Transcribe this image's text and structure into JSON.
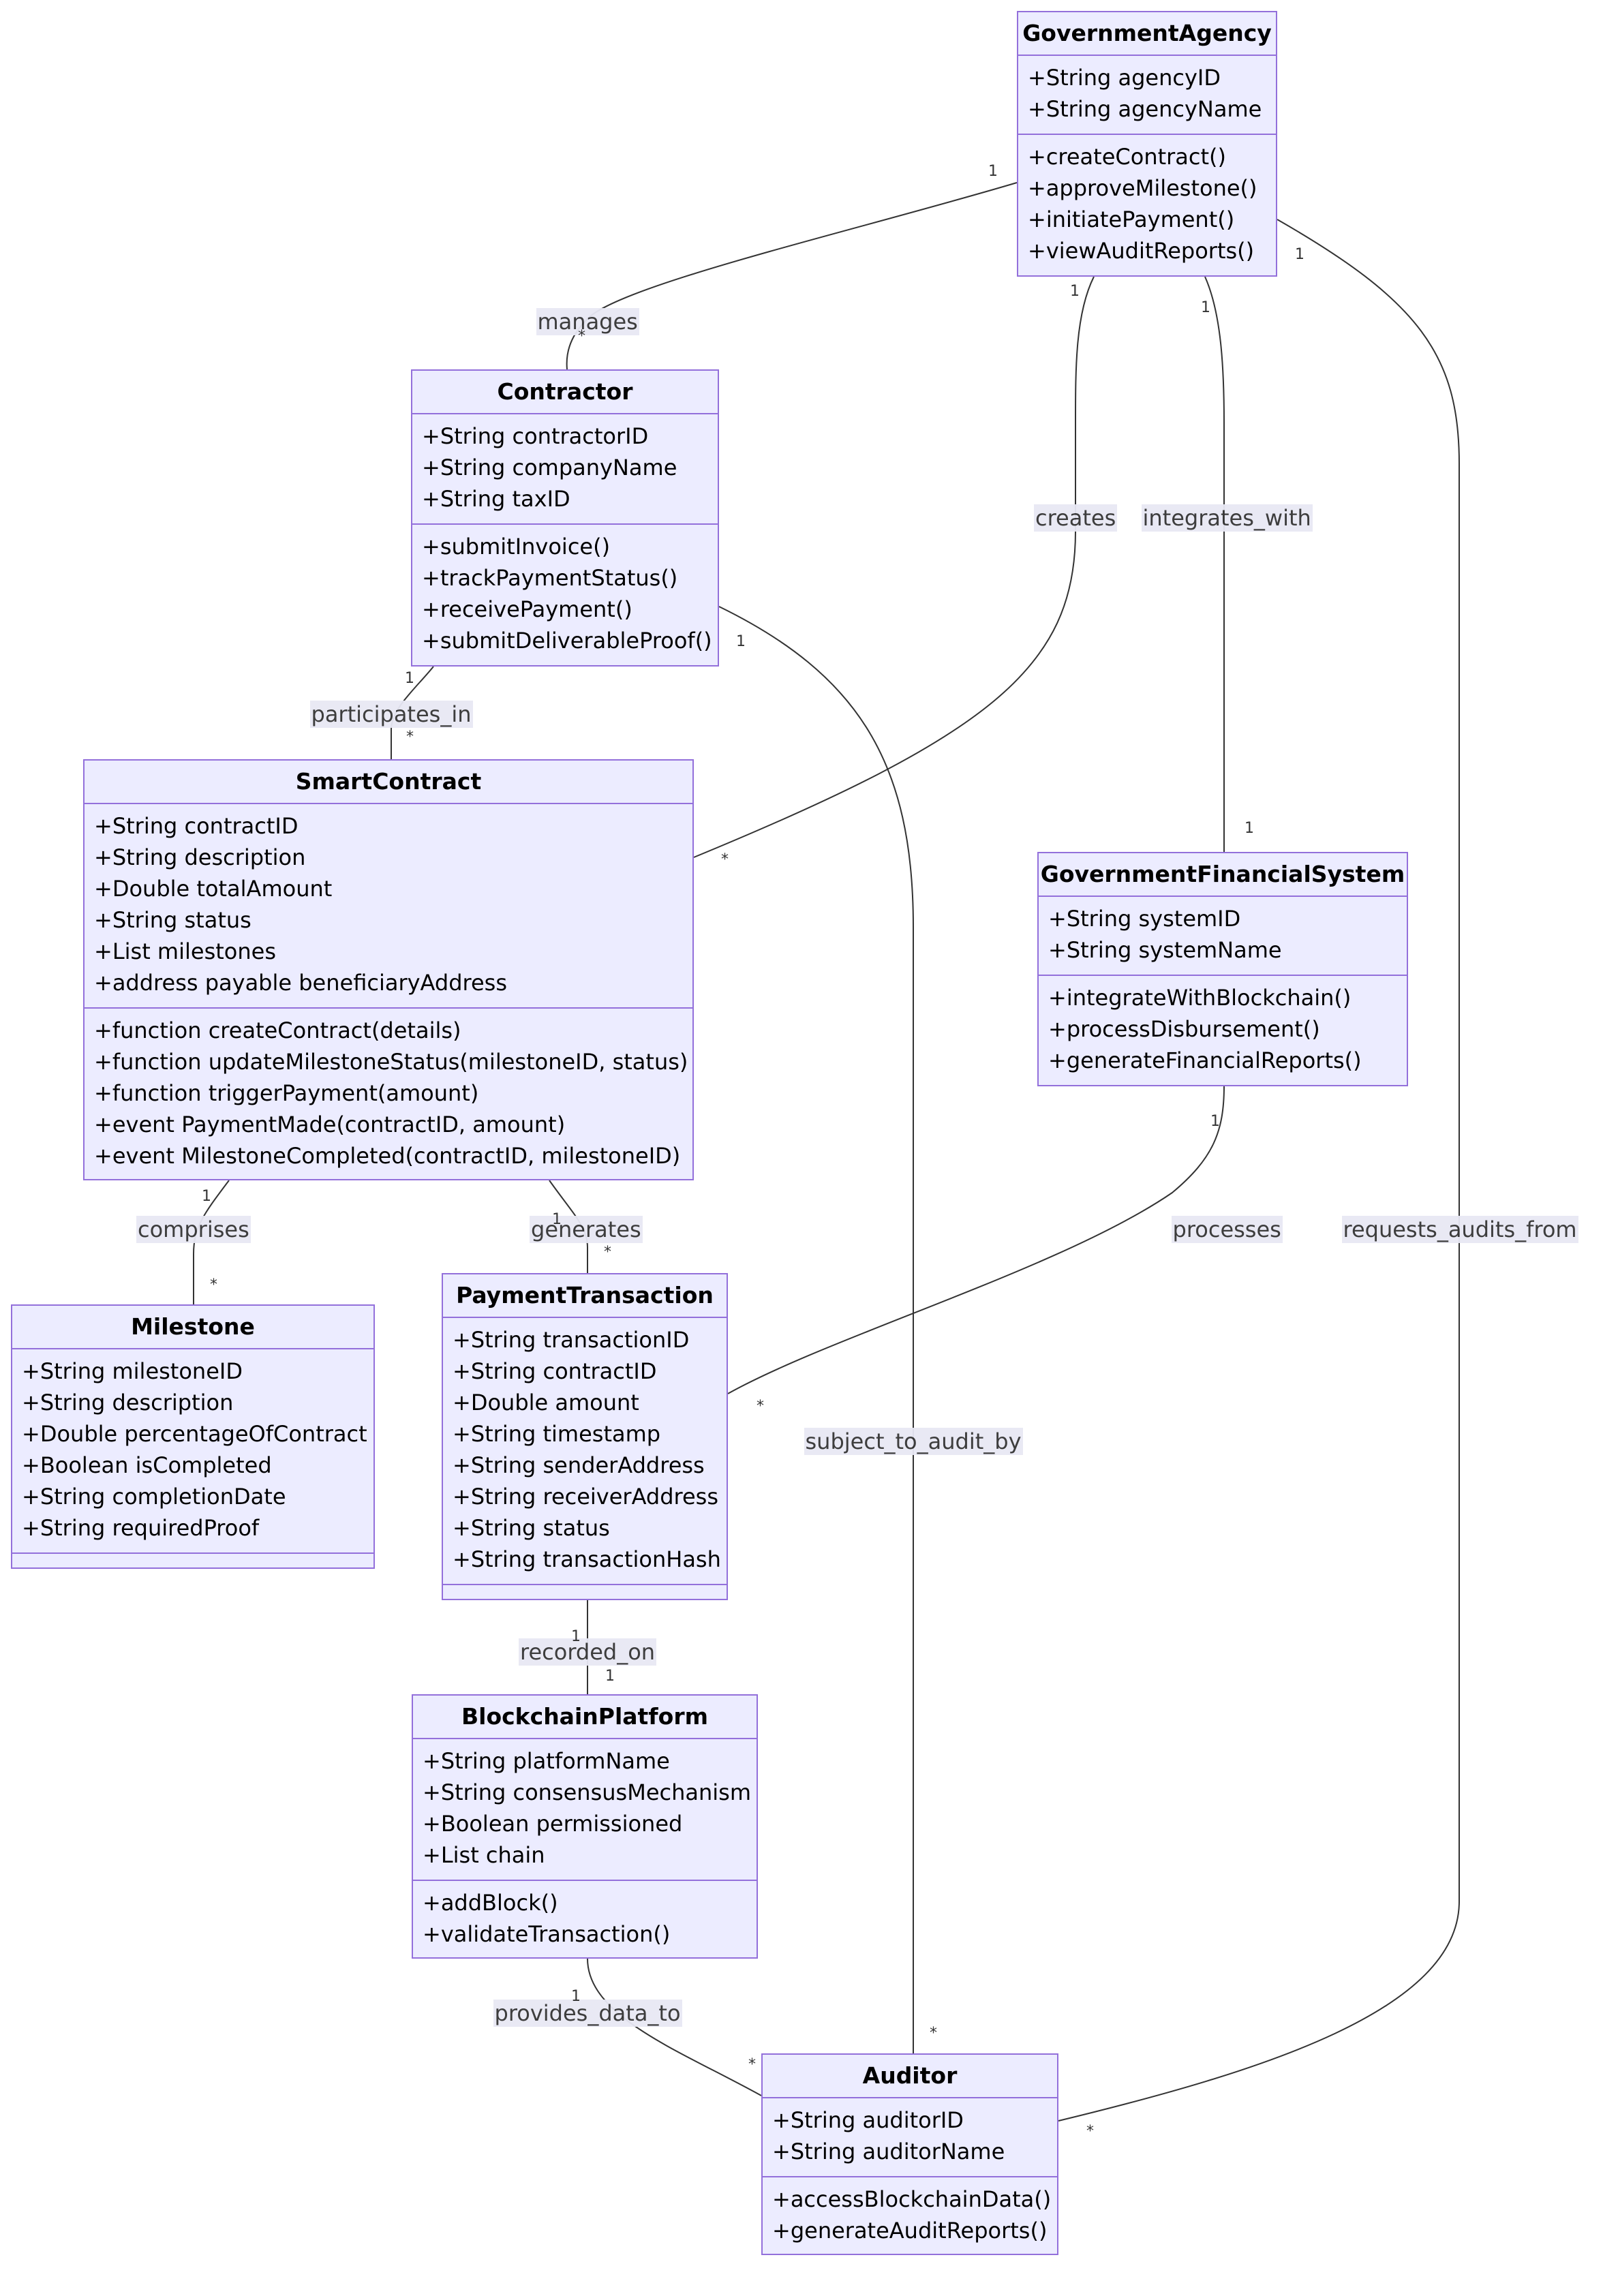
{
  "diagram": {
    "type": "uml-class-diagram",
    "colors": {
      "box_fill": "#ECECFF",
      "box_border": "#9370DB",
      "edge": "#333333",
      "label_bg": "#e8e8f4"
    }
  },
  "classes": {
    "agency": {
      "name": "GovernmentAgency",
      "attributes": [
        "+String agencyID",
        "+String agencyName"
      ],
      "methods": [
        "+createContract()",
        "+approveMilestone()",
        "+initiatePayment()",
        "+viewAuditReports()"
      ]
    },
    "contractor": {
      "name": "Contractor",
      "attributes": [
        "+String contractorID",
        "+String companyName",
        "+String taxID"
      ],
      "methods": [
        "+submitInvoice()",
        "+trackPaymentStatus()",
        "+receivePayment()",
        "+submitDeliverableProof()"
      ]
    },
    "smart": {
      "name": "SmartContract",
      "attributes": [
        "+String contractID",
        "+String description",
        "+Double totalAmount",
        "+String status",
        "+List milestones",
        "+address payable beneficiaryAddress"
      ],
      "methods": [
        "+function createContract(details)",
        "+function updateMilestoneStatus(milestoneID, status)",
        "+function triggerPayment(amount)",
        "+event PaymentMade(contractID, amount)",
        "+event MilestoneCompleted(contractID, milestoneID)"
      ]
    },
    "gfs": {
      "name": "GovernmentFinancialSystem",
      "attributes": [
        "+String systemID",
        "+String systemName"
      ],
      "methods": [
        "+integrateWithBlockchain()",
        "+processDisbursement()",
        "+generateFinancialReports()"
      ]
    },
    "milestone": {
      "name": "Milestone",
      "attributes": [
        "+String milestoneID",
        "+String description",
        "+Double percentageOfContract",
        "+Boolean isCompleted",
        "+String completionDate",
        "+String requiredProof"
      ],
      "methods": []
    },
    "payment": {
      "name": "PaymentTransaction",
      "attributes": [
        "+String transactionID",
        "+String contractID",
        "+Double amount",
        "+String timestamp",
        "+String senderAddress",
        "+String receiverAddress",
        "+String status",
        "+String transactionHash"
      ],
      "methods": []
    },
    "blockchain": {
      "name": "BlockchainPlatform",
      "attributes": [
        "+String platformName",
        "+String consensusMechanism",
        "+Boolean permissioned",
        "+List chain"
      ],
      "methods": [
        "+addBlock()",
        "+validateTransaction()"
      ]
    },
    "auditor": {
      "name": "Auditor",
      "attributes": [
        "+String auditorID",
        "+String auditorName"
      ],
      "methods": [
        "+accessBlockchainData()",
        "+generateAuditReports()"
      ]
    }
  },
  "relationships": [
    {
      "from": "GovernmentAgency",
      "to": "Contractor",
      "label": "manages",
      "from_mult": "1",
      "to_mult": "*"
    },
    {
      "from": "GovernmentAgency",
      "to": "SmartContract",
      "label": "creates",
      "from_mult": "1",
      "to_mult": "*"
    },
    {
      "from": "GovernmentAgency",
      "to": "GovernmentFinancialSystem",
      "label": "integrates_with",
      "from_mult": "1",
      "to_mult": "1"
    },
    {
      "from": "GovernmentAgency",
      "to": "Auditor",
      "label": "requests_audits_from",
      "from_mult": "1",
      "to_mult": "*"
    },
    {
      "from": "Contractor",
      "to": "SmartContract",
      "label": "participates_in",
      "from_mult": "1",
      "to_mult": "*"
    },
    {
      "from": "Contractor",
      "to": "Auditor",
      "label": "subject_to_audit_by",
      "from_mult": "1",
      "to_mult": "*"
    },
    {
      "from": "SmartContract",
      "to": "Milestone",
      "label": "comprises",
      "from_mult": "1",
      "to_mult": "*"
    },
    {
      "from": "SmartContract",
      "to": "PaymentTransaction",
      "label": "generates",
      "from_mult": "1",
      "to_mult": "*"
    },
    {
      "from": "GovernmentFinancialSystem",
      "to": "PaymentTransaction",
      "label": "processes",
      "from_mult": "1",
      "to_mult": "*"
    },
    {
      "from": "PaymentTransaction",
      "to": "BlockchainPlatform",
      "label": "recorded_on",
      "from_mult": "1",
      "to_mult": "1"
    },
    {
      "from": "BlockchainPlatform",
      "to": "Auditor",
      "label": "provides_data_to",
      "from_mult": "1",
      "to_mult": "*"
    }
  ]
}
